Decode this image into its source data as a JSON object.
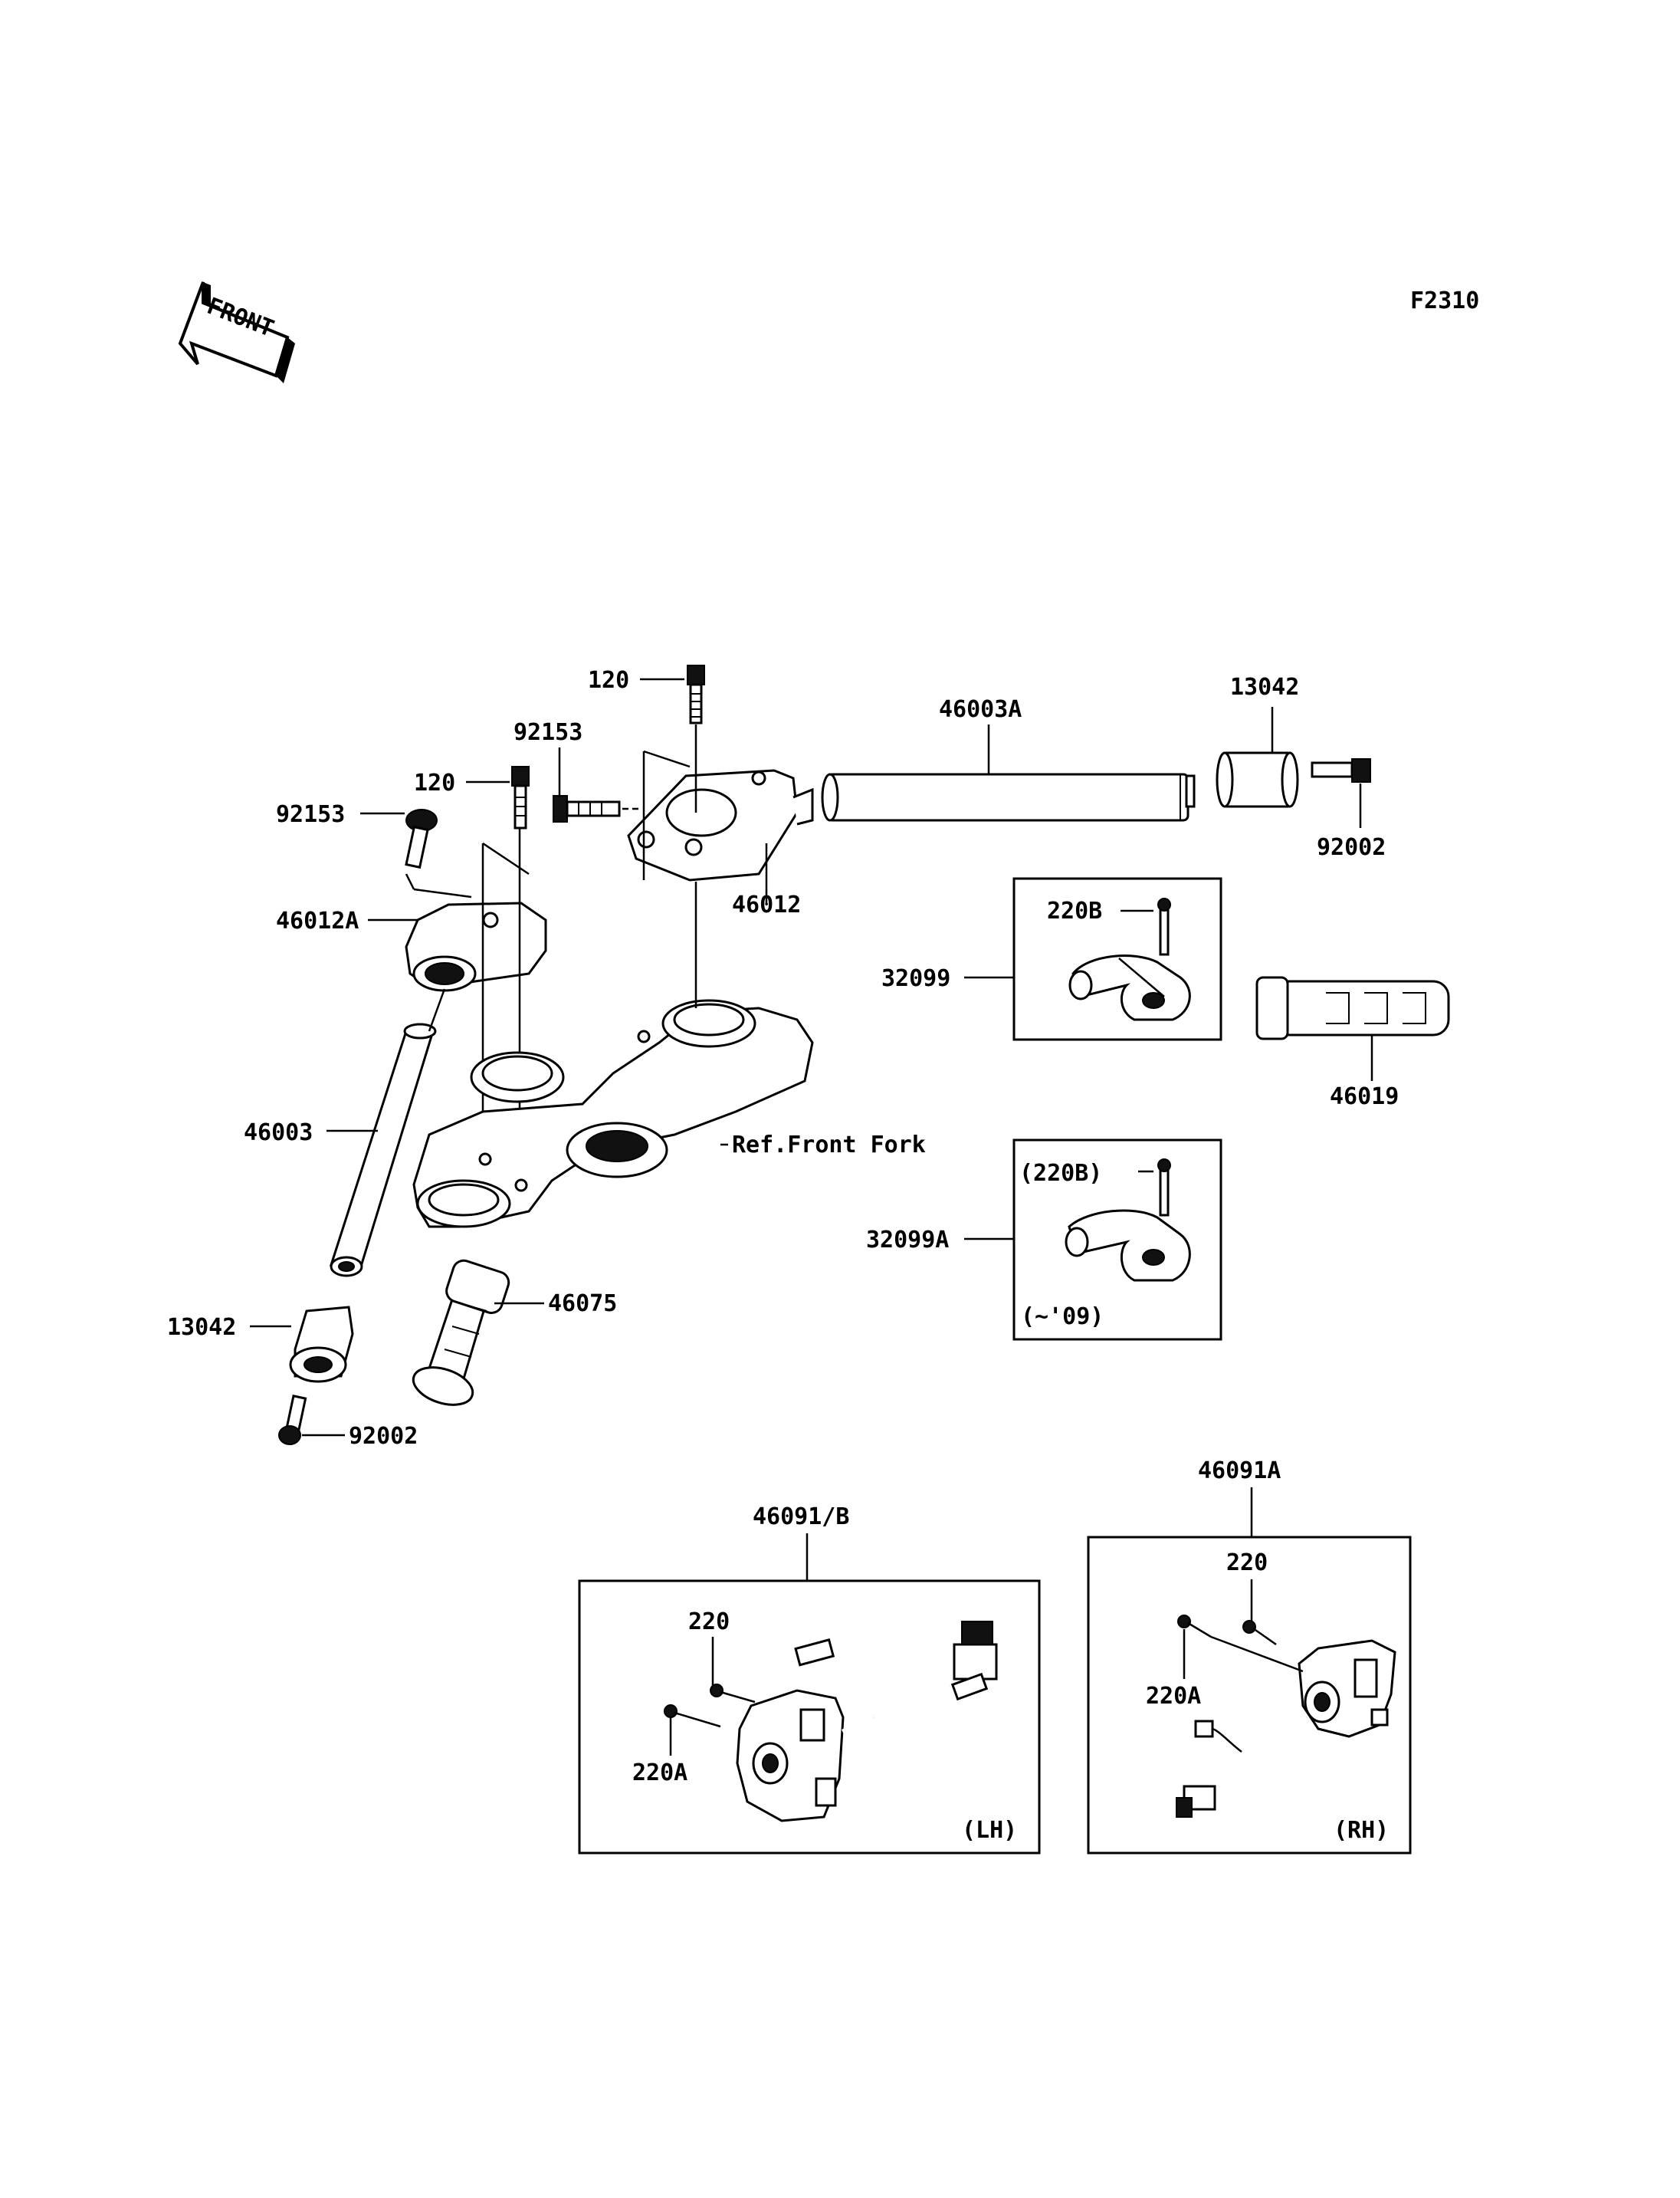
{
  "diagram_code": "F2310",
  "front_arrow_label": "FRONT",
  "labels": {
    "p120_top": "120",
    "p46003A": "46003A",
    "p13042_right": "13042",
    "p92153_upper": "92153",
    "p120_left": "120",
    "p92153_left": "92153",
    "p92002_right": "92002",
    "p46012A": "46012A",
    "p46012": "46012",
    "p220B": "220B",
    "p32099": "32099",
    "p46019": "46019",
    "p46003": "46003",
    "ref_front_fork": "Ref.Front Fork",
    "p220B_paren": "(220B)",
    "p32099A": "32099A",
    "year_note": "(~'09)",
    "p46075": "46075",
    "p13042_left": "13042",
    "p92002_left": "92002",
    "p46091A": "46091A",
    "p46091B": "46091/B",
    "p220_rh": "220",
    "p220_lh": "220",
    "p220A_rh": "220A",
    "p220A_lh": "220A",
    "lh": "(LH)",
    "rh": "(RH)"
  }
}
